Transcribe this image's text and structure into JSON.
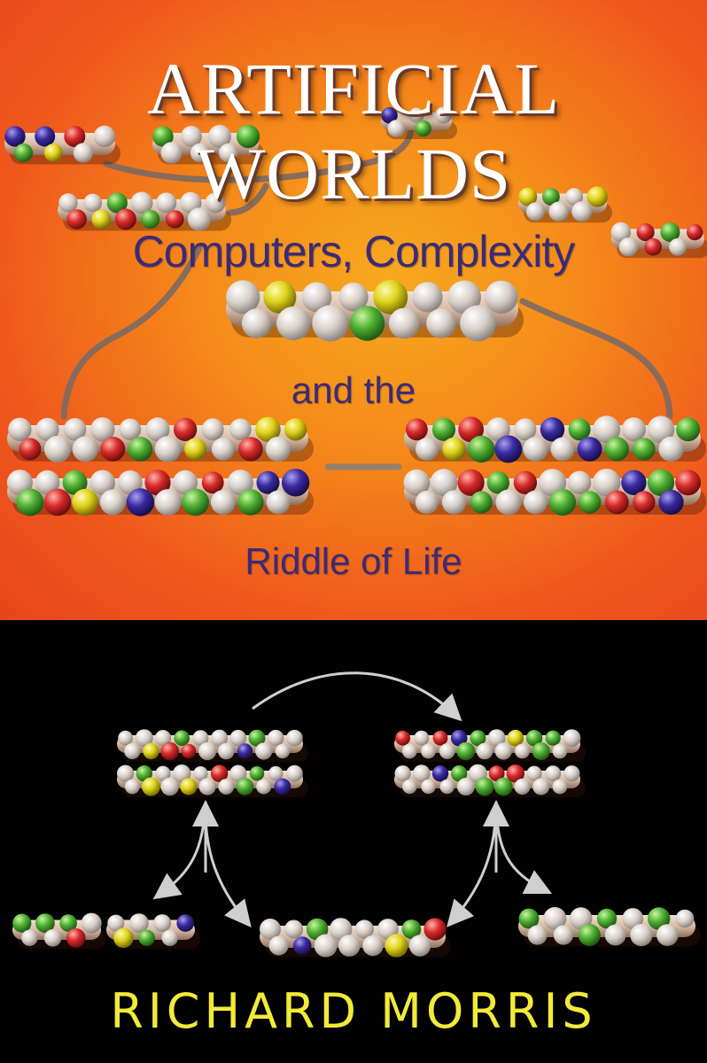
{
  "cover": {
    "title": "ARTIFICIAL WORLDS",
    "subtitle_line1": "Computers, Complexity",
    "subtitle_line2": "and the",
    "subtitle_line3": "Riddle of Life",
    "author": "RICHARD MORRIS"
  },
  "colors": {
    "orange_center": "#f7a91f",
    "orange_edge": "#e8451b",
    "title": "#ffffff",
    "subtitle": "#3b2a78",
    "author": "#f2ea3a",
    "bottom_background": "#020202"
  }
}
